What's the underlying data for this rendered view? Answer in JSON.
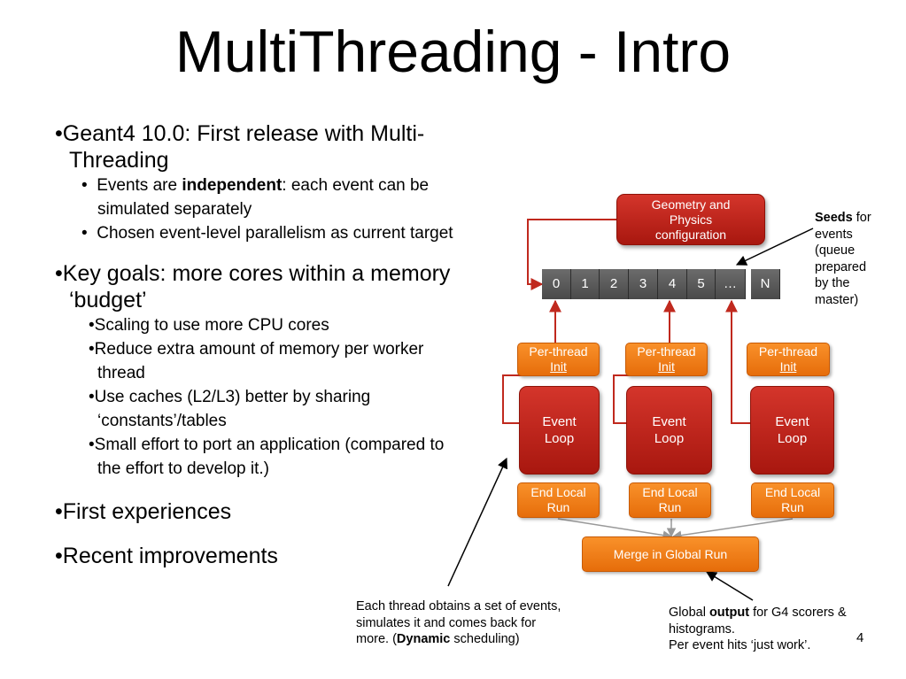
{
  "title": "MultiThreading - Intro",
  "bullets": {
    "b1": "Geant4 10.0: First release with Multi-Threading",
    "b1_sub1_pre": "Events are ",
    "b1_sub1_bold": "independent",
    "b1_sub1_post": ": each event can be simulated separately",
    "b1_sub2": "Chosen event-level parallelism as current target",
    "b2": "Key goals: more cores within a memory ‘budget’",
    "b2_subs": [
      "Scaling to use more CPU cores",
      "Reduce extra amount of memory per worker thread",
      "Use caches (L2/L3) better by sharing ‘constants’/tables",
      "Small effort to port an application (compared to the effort to develop it.)"
    ],
    "b3": "First experiences",
    "b4": "Recent improvements"
  },
  "diagram": {
    "geometry_line1": "Geometry and",
    "geometry_line2": "Physics",
    "geometry_line3": "configuration",
    "seeds": [
      "0",
      "1",
      "2",
      "3",
      "4",
      "5",
      "…"
    ],
    "seed_last": "N",
    "per_thread_line1": "Per-thread",
    "per_thread_line2": "Init",
    "event_line1": "Event",
    "event_line2": "Loop",
    "end_line1": "End Local",
    "end_line2": "Run",
    "merge": "Merge in Global  Run"
  },
  "notes": {
    "seeds_bold": "Seeds",
    "seeds_rest1": " for",
    "seeds_lines": [
      "events",
      "(queue",
      "prepared",
      "by the",
      "master)"
    ],
    "thread_line1": "Each thread obtains a set of events,",
    "thread_line2": "simulates it and comes back for",
    "thread_line3_pre": "more. (",
    "thread_line3_bold": "Dynamic",
    "thread_line3_post": " scheduling)",
    "global_pre": "Global ",
    "global_bold": "output",
    "global_post": " for G4 scorers &",
    "global_line2": "histograms.",
    "global_line3": "Per event hits ‘just work’."
  },
  "page_number": "4"
}
